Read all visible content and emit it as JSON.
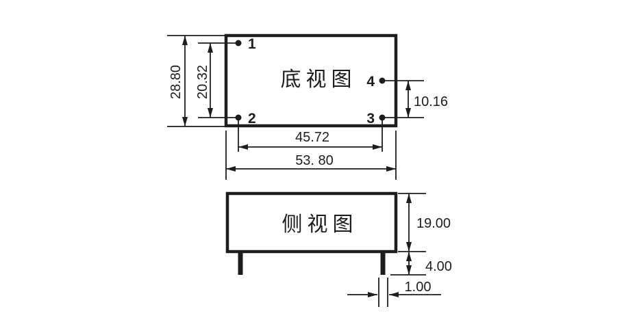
{
  "colors": {
    "line": "#1d1d1b",
    "background": "#ffffff"
  },
  "bottom_view": {
    "title": "底视图",
    "pin_labels": {
      "p1": "1",
      "p2": "2",
      "p3": "3",
      "p4": "4"
    },
    "dims": {
      "total_height": "28.80",
      "pin_pitch_vertical": "20.32",
      "pin_pitch_right": "10.16",
      "pin_span_horizontal": "45.72",
      "total_width": "53. 80"
    }
  },
  "side_view": {
    "title": "侧视图",
    "dims": {
      "body_height": "19.00",
      "pin_length": "4.00",
      "pin_width": "1.00"
    }
  }
}
